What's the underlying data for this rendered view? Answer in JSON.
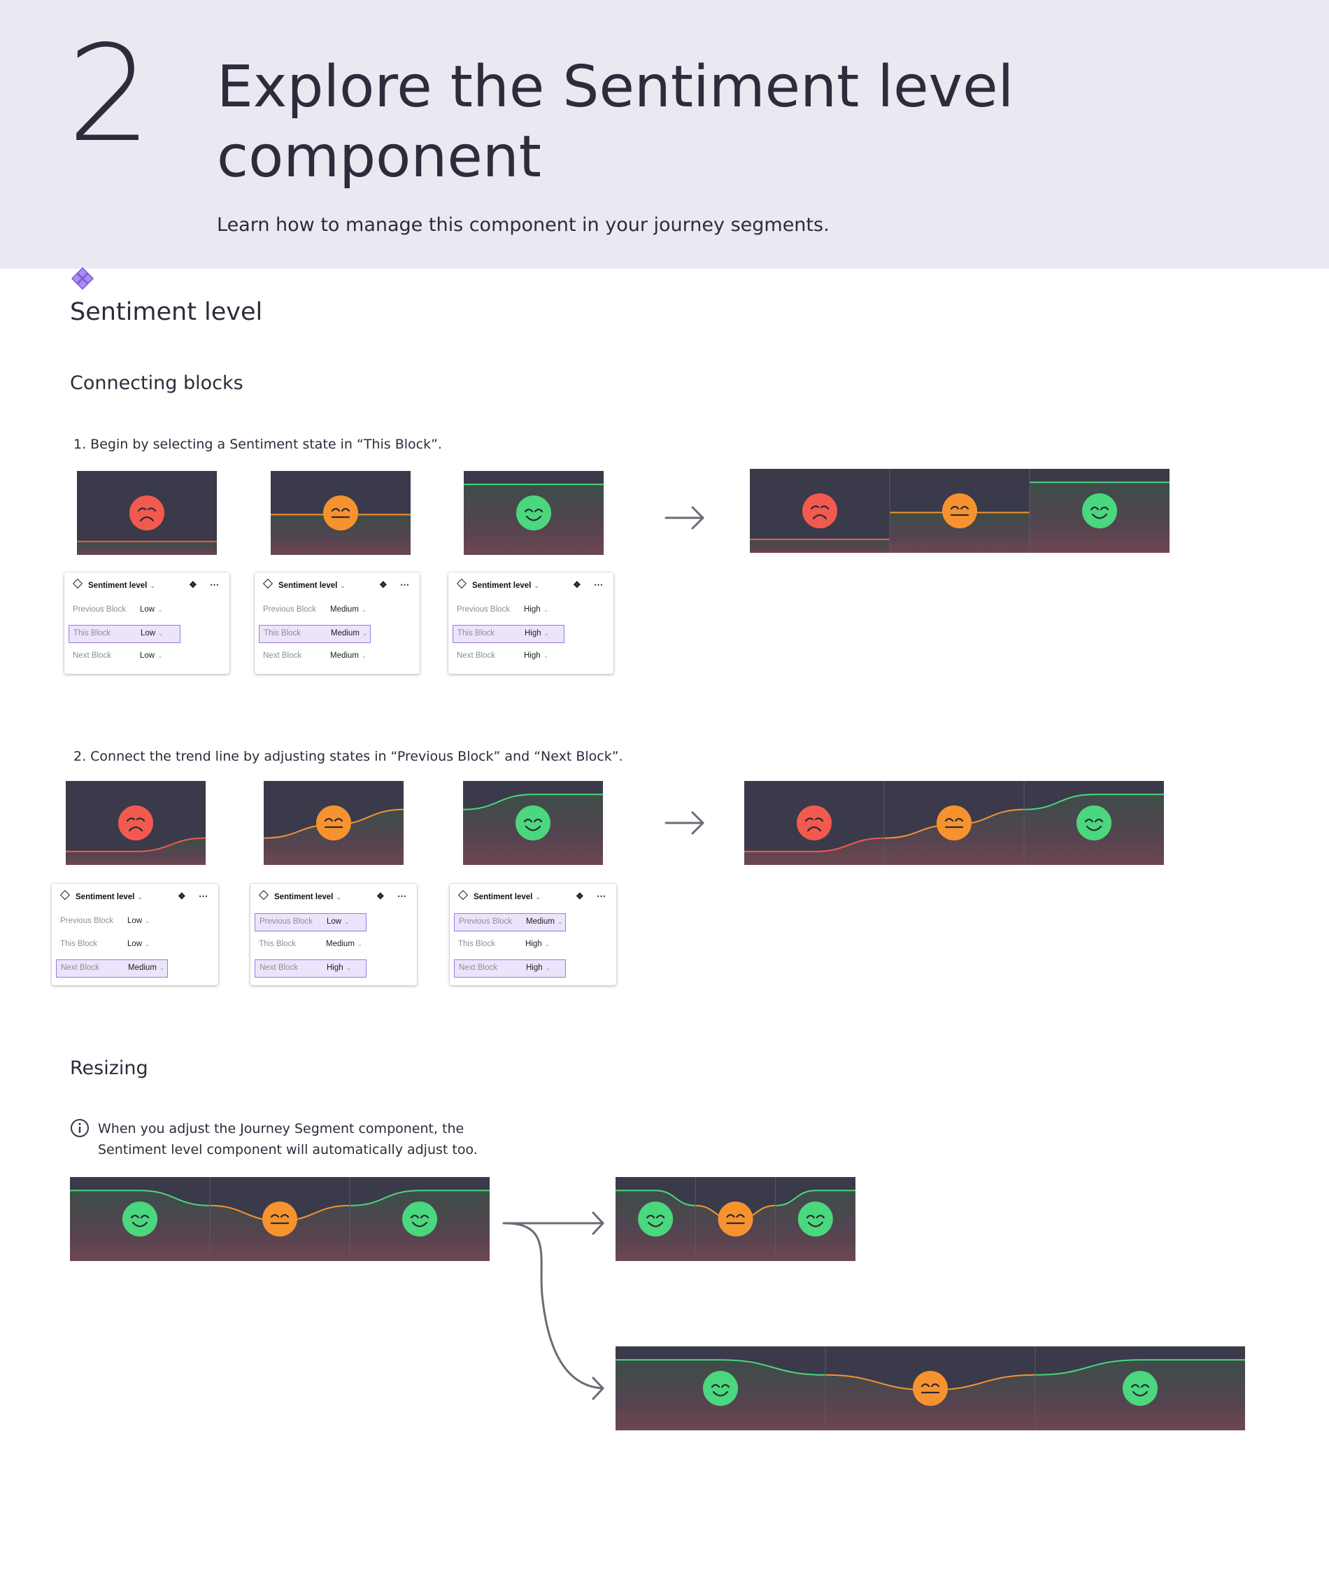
{
  "header": {
    "number": "2",
    "title_line1": "Explore the Sentiment level",
    "title_line2": "component",
    "subtitle": "Learn how to manage this component in your journey segments."
  },
  "section": {
    "title": "Sentiment level",
    "icon": "component-icon"
  },
  "connecting": {
    "title": "Connecting blocks",
    "step1": "1. Begin by selecting a Sentiment state in “This Block”.",
    "step2": "2. Connect the trend line by adjusting states in “Previous Block” and “Next Block”."
  },
  "panel": {
    "heading": "Sentiment level",
    "row_labels": [
      "Previous Block",
      "This Block",
      "Next Block"
    ]
  },
  "step1_panels": [
    {
      "values": [
        "Low",
        "Low",
        "Low"
      ],
      "highlight": [
        1
      ]
    },
    {
      "values": [
        "Medium",
        "Medium",
        "Medium"
      ],
      "highlight": [
        1
      ]
    },
    {
      "values": [
        "High",
        "High",
        "High"
      ],
      "highlight": [
        1
      ]
    }
  ],
  "step2_panels": [
    {
      "values": [
        "Low",
        "Low",
        "Medium"
      ],
      "highlight": [
        2
      ]
    },
    {
      "values": [
        "Low",
        "Medium",
        "High"
      ],
      "highlight": [
        0,
        2
      ]
    },
    {
      "values": [
        "Medium",
        "High",
        "High"
      ],
      "highlight": [
        0,
        2
      ]
    }
  ],
  "resizing": {
    "title": "Resizing",
    "info_line1": "When you adjust the Journey Segment component, the",
    "info_line2": "Sentiment level component will automatically adjust too."
  },
  "colors": {
    "block_bg": "#3a3a4a",
    "low": "#f25a4f",
    "medium": "#f7932f",
    "high": "#4bd77d",
    "highlight_border": "#9a78e6",
    "highlight_bg": "#ece4fb",
    "arrow": "#6b6b75"
  }
}
